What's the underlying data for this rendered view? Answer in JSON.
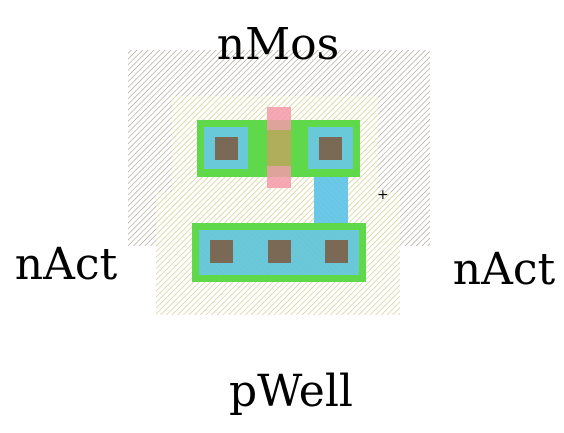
{
  "labels": {
    "top": "nMos",
    "left": "nAct",
    "right": "nAct",
    "bottom": "pWell"
  },
  "marker": "+",
  "colors": {
    "well_hatch": "#a09a8a",
    "select_hatch": "#e8e4a0",
    "active": "#5fd84a",
    "poly": "#f59aa8",
    "metal": "#6ac8e8",
    "contact": "#7a6a55"
  }
}
